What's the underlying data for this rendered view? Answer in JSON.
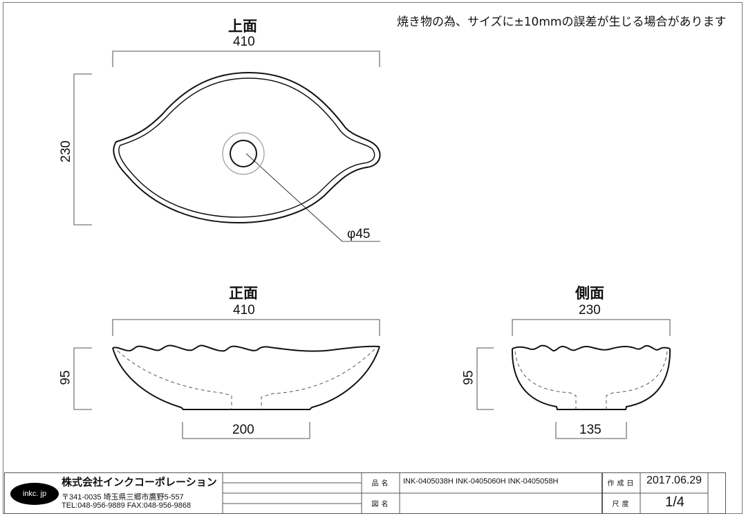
{
  "note": "焼き物の為、サイズに±10mmの誤差が生じる場合があります",
  "views": {
    "top": {
      "title": "上面",
      "width_dim": "410",
      "height_dim": "230",
      "drain_dim": "φ45"
    },
    "front": {
      "title": "正面",
      "width_dim": "410",
      "height_dim": "95",
      "base_dim": "200"
    },
    "side": {
      "title": "側面",
      "width_dim": "230",
      "height_dim": "95",
      "base_dim": "135"
    }
  },
  "title_block": {
    "logo": "inkc. jp",
    "company": "株式会社インクコーポレーション",
    "address": "〒341-0035 埼玉県三郷市鷹野5-557",
    "contact": "TEL:048-956-9889  FAX:048-956-9868",
    "product_name_label": "品名",
    "product_name_value": "INK-0405038H  INK-0405060H  INK-0405058H",
    "drawing_name_label": "図名",
    "drawing_name_value": "",
    "created_label": "作成日",
    "created_value": "2017.06.29",
    "scale_label": "尺度",
    "scale_value": "1/4"
  },
  "colors": {
    "line": "#111111",
    "dim_line": "#777777",
    "drain_outer": "#999999"
  }
}
